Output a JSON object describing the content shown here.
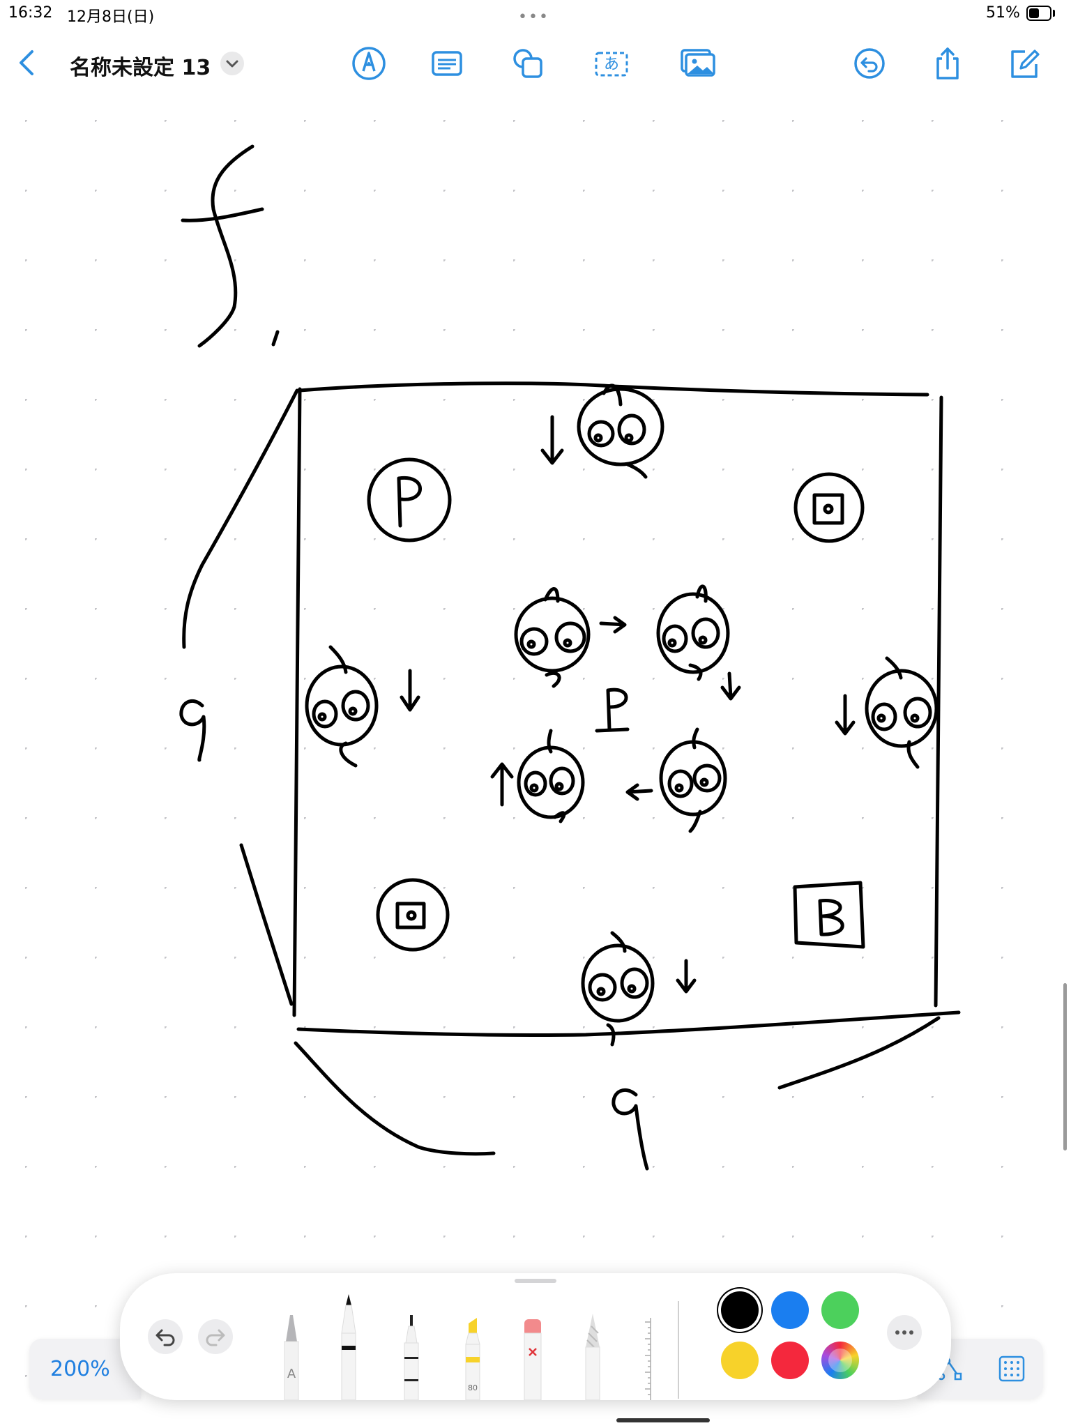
{
  "status_bar": {
    "time": "16:32",
    "date": "12月8日(日)",
    "battery_percent": "51%",
    "battery_level": 0.51
  },
  "toolbar": {
    "doc_title": "名称未設定 13",
    "icons": [
      "back-icon",
      "chevron-down-icon",
      "pen-icon",
      "text-box-icon",
      "shapes-icon",
      "text-frame-icon",
      "media-icon",
      "undo-history-icon",
      "share-icon",
      "new-document-icon"
    ]
  },
  "canvas": {
    "handwritten_text": [
      "f,",
      "9",
      "9",
      "P",
      "P",
      "B"
    ]
  },
  "bottom": {
    "zoom_label": "200%",
    "highlighter_number": "80",
    "pen_a_label": "A"
  },
  "palette": {
    "colors": [
      "#000000",
      "#1a7ef0",
      "#4cd05c",
      "#f7d22a",
      "#f4283d",
      "multicolor"
    ],
    "selected_color": "#000000"
  },
  "accent_color": "#2d8fe0"
}
